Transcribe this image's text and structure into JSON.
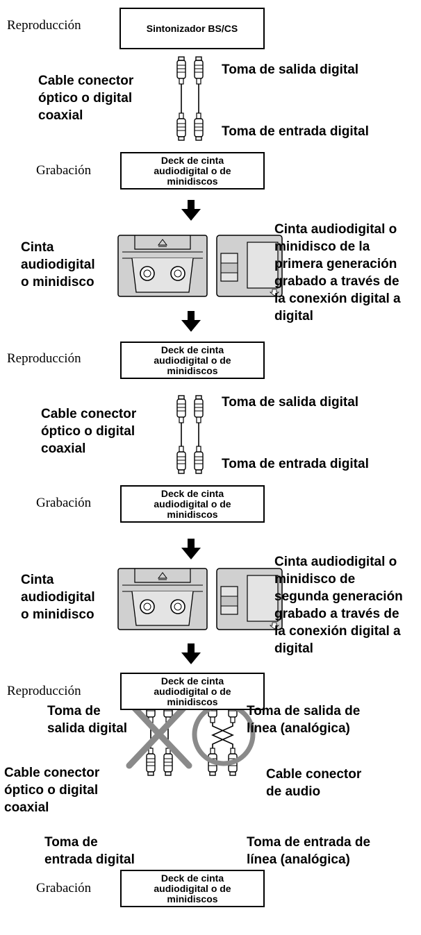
{
  "step1": {
    "play_label": "Reproducción",
    "source_device": "Sintonizador BS/CS",
    "cable_label": "Cable conector\nóptico o digital\ncoaxial",
    "out_jack": "Toma de salida digital",
    "in_jack": "Toma de entrada digital",
    "rec_label": "Grabación",
    "rec_device": "Deck de cinta\naudiodigital o de\nminidiscos",
    "media_label": "Cinta\naudiodigital\no minidisco",
    "result": "Cinta audiodigital o\nminidisco de la\nprimera generación\ngrabado a través de\nla conexión digital a\ndigital"
  },
  "step2": {
    "play_label": "Reproducción",
    "play_device": "Deck de cinta\naudiodigital o de\nminidiscos",
    "cable_label": "Cable conector\nóptico o digital\ncoaxial",
    "out_jack": "Toma de salida digital",
    "in_jack": "Toma de entrada digital",
    "rec_label": "Grabación",
    "rec_device": "Deck de cinta\naudiodigital o de\nminidiscos",
    "media_label": "Cinta\naudiodigital\no minidisco",
    "result": "Cinta audiodigital o\nminidisco de\nsegunda generación\ngrabado a través de\nla conexión digital a\ndigital"
  },
  "step3": {
    "play_label": "Reproducción",
    "play_device": "Deck de cinta\naudiodigital o de\nminidiscos",
    "digital_out": "Toma de\nsalida digital",
    "digital_cable": "Cable conector\nóptico o digital\ncoaxial",
    "digital_in": "Toma de\nentrada digital",
    "analog_out": "Toma de salida de\nlínea (analógica)",
    "analog_cable": "Cable conector\nde audio",
    "analog_in": "Toma de entrada de\nlínea (analógica)",
    "rec_label": "Grabación",
    "rec_device": "Deck de cinta\naudiodigital o de\nminidiscos"
  },
  "colors": {
    "ink": "#000000",
    "cassette": "#d0d0d0",
    "cross": "#8a8a8a"
  }
}
